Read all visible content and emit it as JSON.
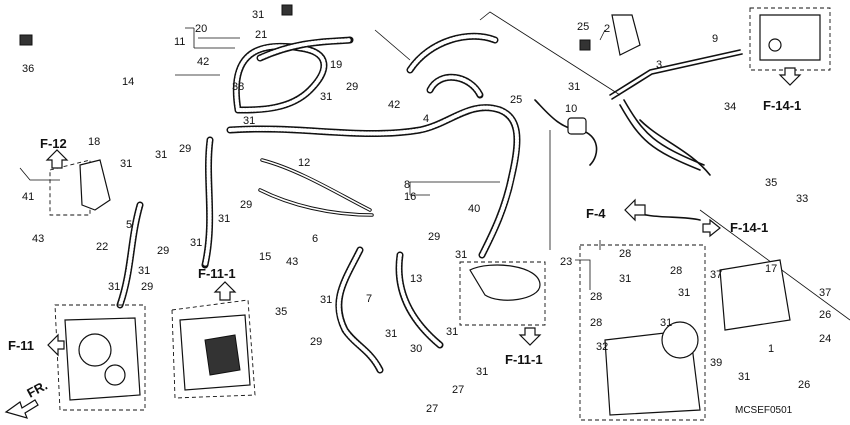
{
  "diagram": {
    "code": "MCSEF0501",
    "front_label": "FR.",
    "refs": [
      "F-12",
      "F-4",
      "F-14-1",
      "F-14-1",
      "F-11-1",
      "F-11-1",
      "F-11"
    ],
    "callouts": [
      "1",
      "2",
      "3",
      "4",
      "5",
      "6",
      "7",
      "8",
      "9",
      "10",
      "11",
      "12",
      "13",
      "14",
      "15",
      "16",
      "17",
      "18",
      "19",
      "20",
      "21",
      "22",
      "23",
      "24",
      "25",
      "25",
      "26",
      "26",
      "27",
      "27",
      "28",
      "28",
      "28",
      "28",
      "29",
      "29",
      "29",
      "29",
      "29",
      "29",
      "29",
      "30",
      "31",
      "31",
      "31",
      "31",
      "31",
      "31",
      "31",
      "31",
      "31",
      "31",
      "31",
      "31",
      "31",
      "31",
      "31",
      "31",
      "31",
      "31",
      "31",
      "32",
      "33",
      "34",
      "35",
      "35",
      "36",
      "37",
      "37",
      "38",
      "39",
      "40",
      "41",
      "42",
      "42",
      "43",
      "43"
    ]
  }
}
